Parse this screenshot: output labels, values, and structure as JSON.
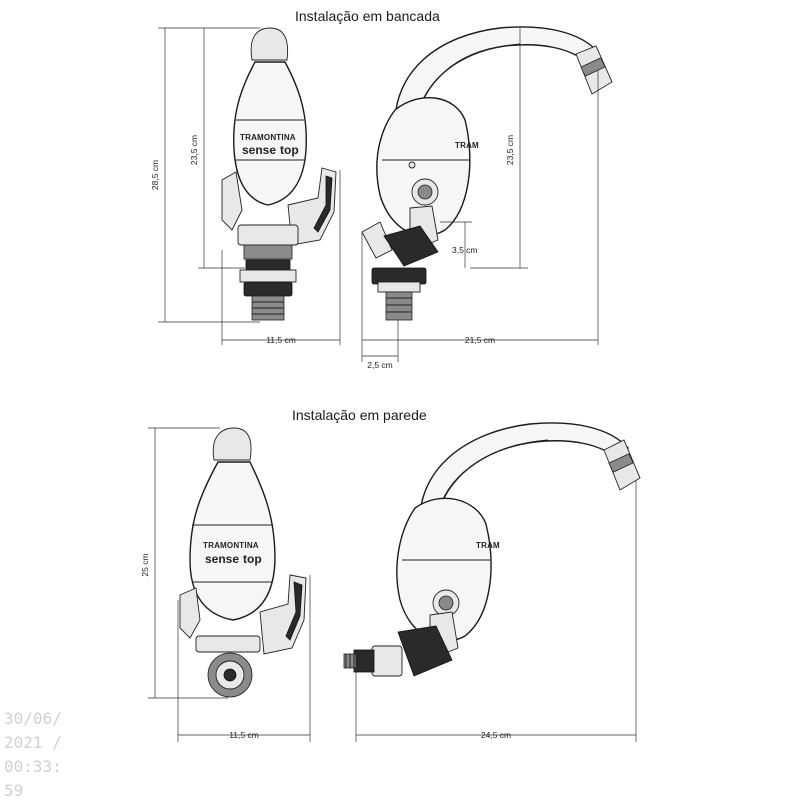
{
  "titles": {
    "bench": "Instalação em bancada",
    "wall": "Instalação em parede"
  },
  "brand": {
    "maker": "TRAMONTINA",
    "model_prefix": "sense",
    "model_suffix": "top"
  },
  "dimensions": {
    "bench_total_height": "28,5 cm",
    "bench_body_height_front": "23,5 cm",
    "bench_body_height_side": "23,5 cm",
    "bench_base_height": "3,5 cm",
    "bench_front_width": "11,5 cm",
    "bench_side_reach": "21,5 cm",
    "bench_side_offset": "2,5 cm",
    "wall_height": "25 cm",
    "wall_front_width": "11,5 cm",
    "wall_side_reach": "24,5 cm"
  },
  "timestamp": {
    "date": "30/06/",
    "year": "2021 /",
    "time": "00:33:",
    "seconds": "59"
  }
}
